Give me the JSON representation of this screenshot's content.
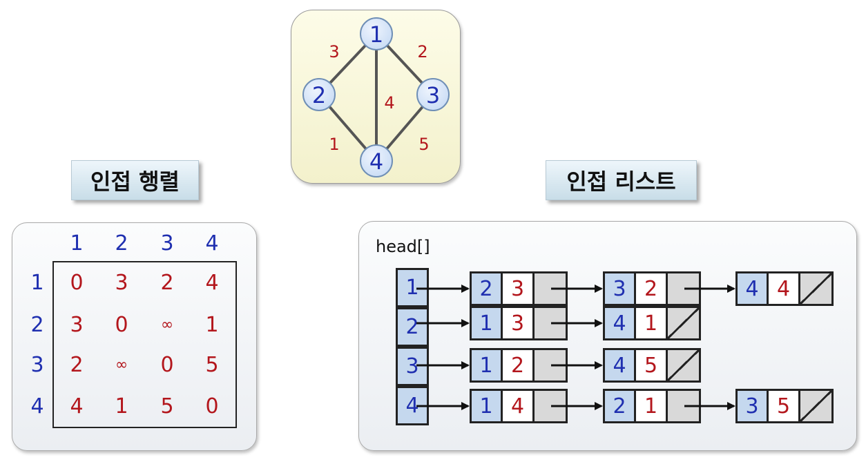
{
  "graph": {
    "nodes": [
      "1",
      "2",
      "3",
      "4"
    ],
    "edges": [
      {
        "from": "1",
        "to": "2",
        "weight": "3"
      },
      {
        "from": "1",
        "to": "3",
        "weight": "2"
      },
      {
        "from": "1",
        "to": "4",
        "weight": "4"
      },
      {
        "from": "2",
        "to": "4",
        "weight": "1"
      },
      {
        "from": "3",
        "to": "4",
        "weight": "5"
      }
    ],
    "colors": {
      "node_fill": "#c9dcf5",
      "node_stroke": "#6f8fb6",
      "edge": "#555555",
      "node_text": "#1f2fb0",
      "weight_text": "#b3161c"
    }
  },
  "matrix": {
    "title": "인접 행렬",
    "col_headers": [
      "1",
      "2",
      "3",
      "4"
    ],
    "row_headers": [
      "1",
      "2",
      "3",
      "4"
    ],
    "rows": [
      [
        "0",
        "3",
        "2",
        "4"
      ],
      [
        "3",
        "0",
        "∞",
        "1"
      ],
      [
        "2",
        "∞",
        "0",
        "5"
      ],
      [
        "4",
        "1",
        "5",
        "0"
      ]
    ]
  },
  "list": {
    "title": "인접 리스트",
    "head_label": "head[]",
    "heads": [
      "1",
      "2",
      "3",
      "4"
    ],
    "rows": [
      [
        {
          "v": "2",
          "w": "3"
        },
        {
          "v": "3",
          "w": "2"
        },
        {
          "v": "4",
          "w": "4"
        }
      ],
      [
        {
          "v": "1",
          "w": "3"
        },
        {
          "v": "4",
          "w": "1"
        }
      ],
      [
        {
          "v": "1",
          "w": "2"
        },
        {
          "v": "4",
          "w": "5"
        }
      ],
      [
        {
          "v": "1",
          "w": "4"
        },
        {
          "v": "2",
          "w": "1"
        },
        {
          "v": "3",
          "w": "5"
        }
      ]
    ]
  }
}
